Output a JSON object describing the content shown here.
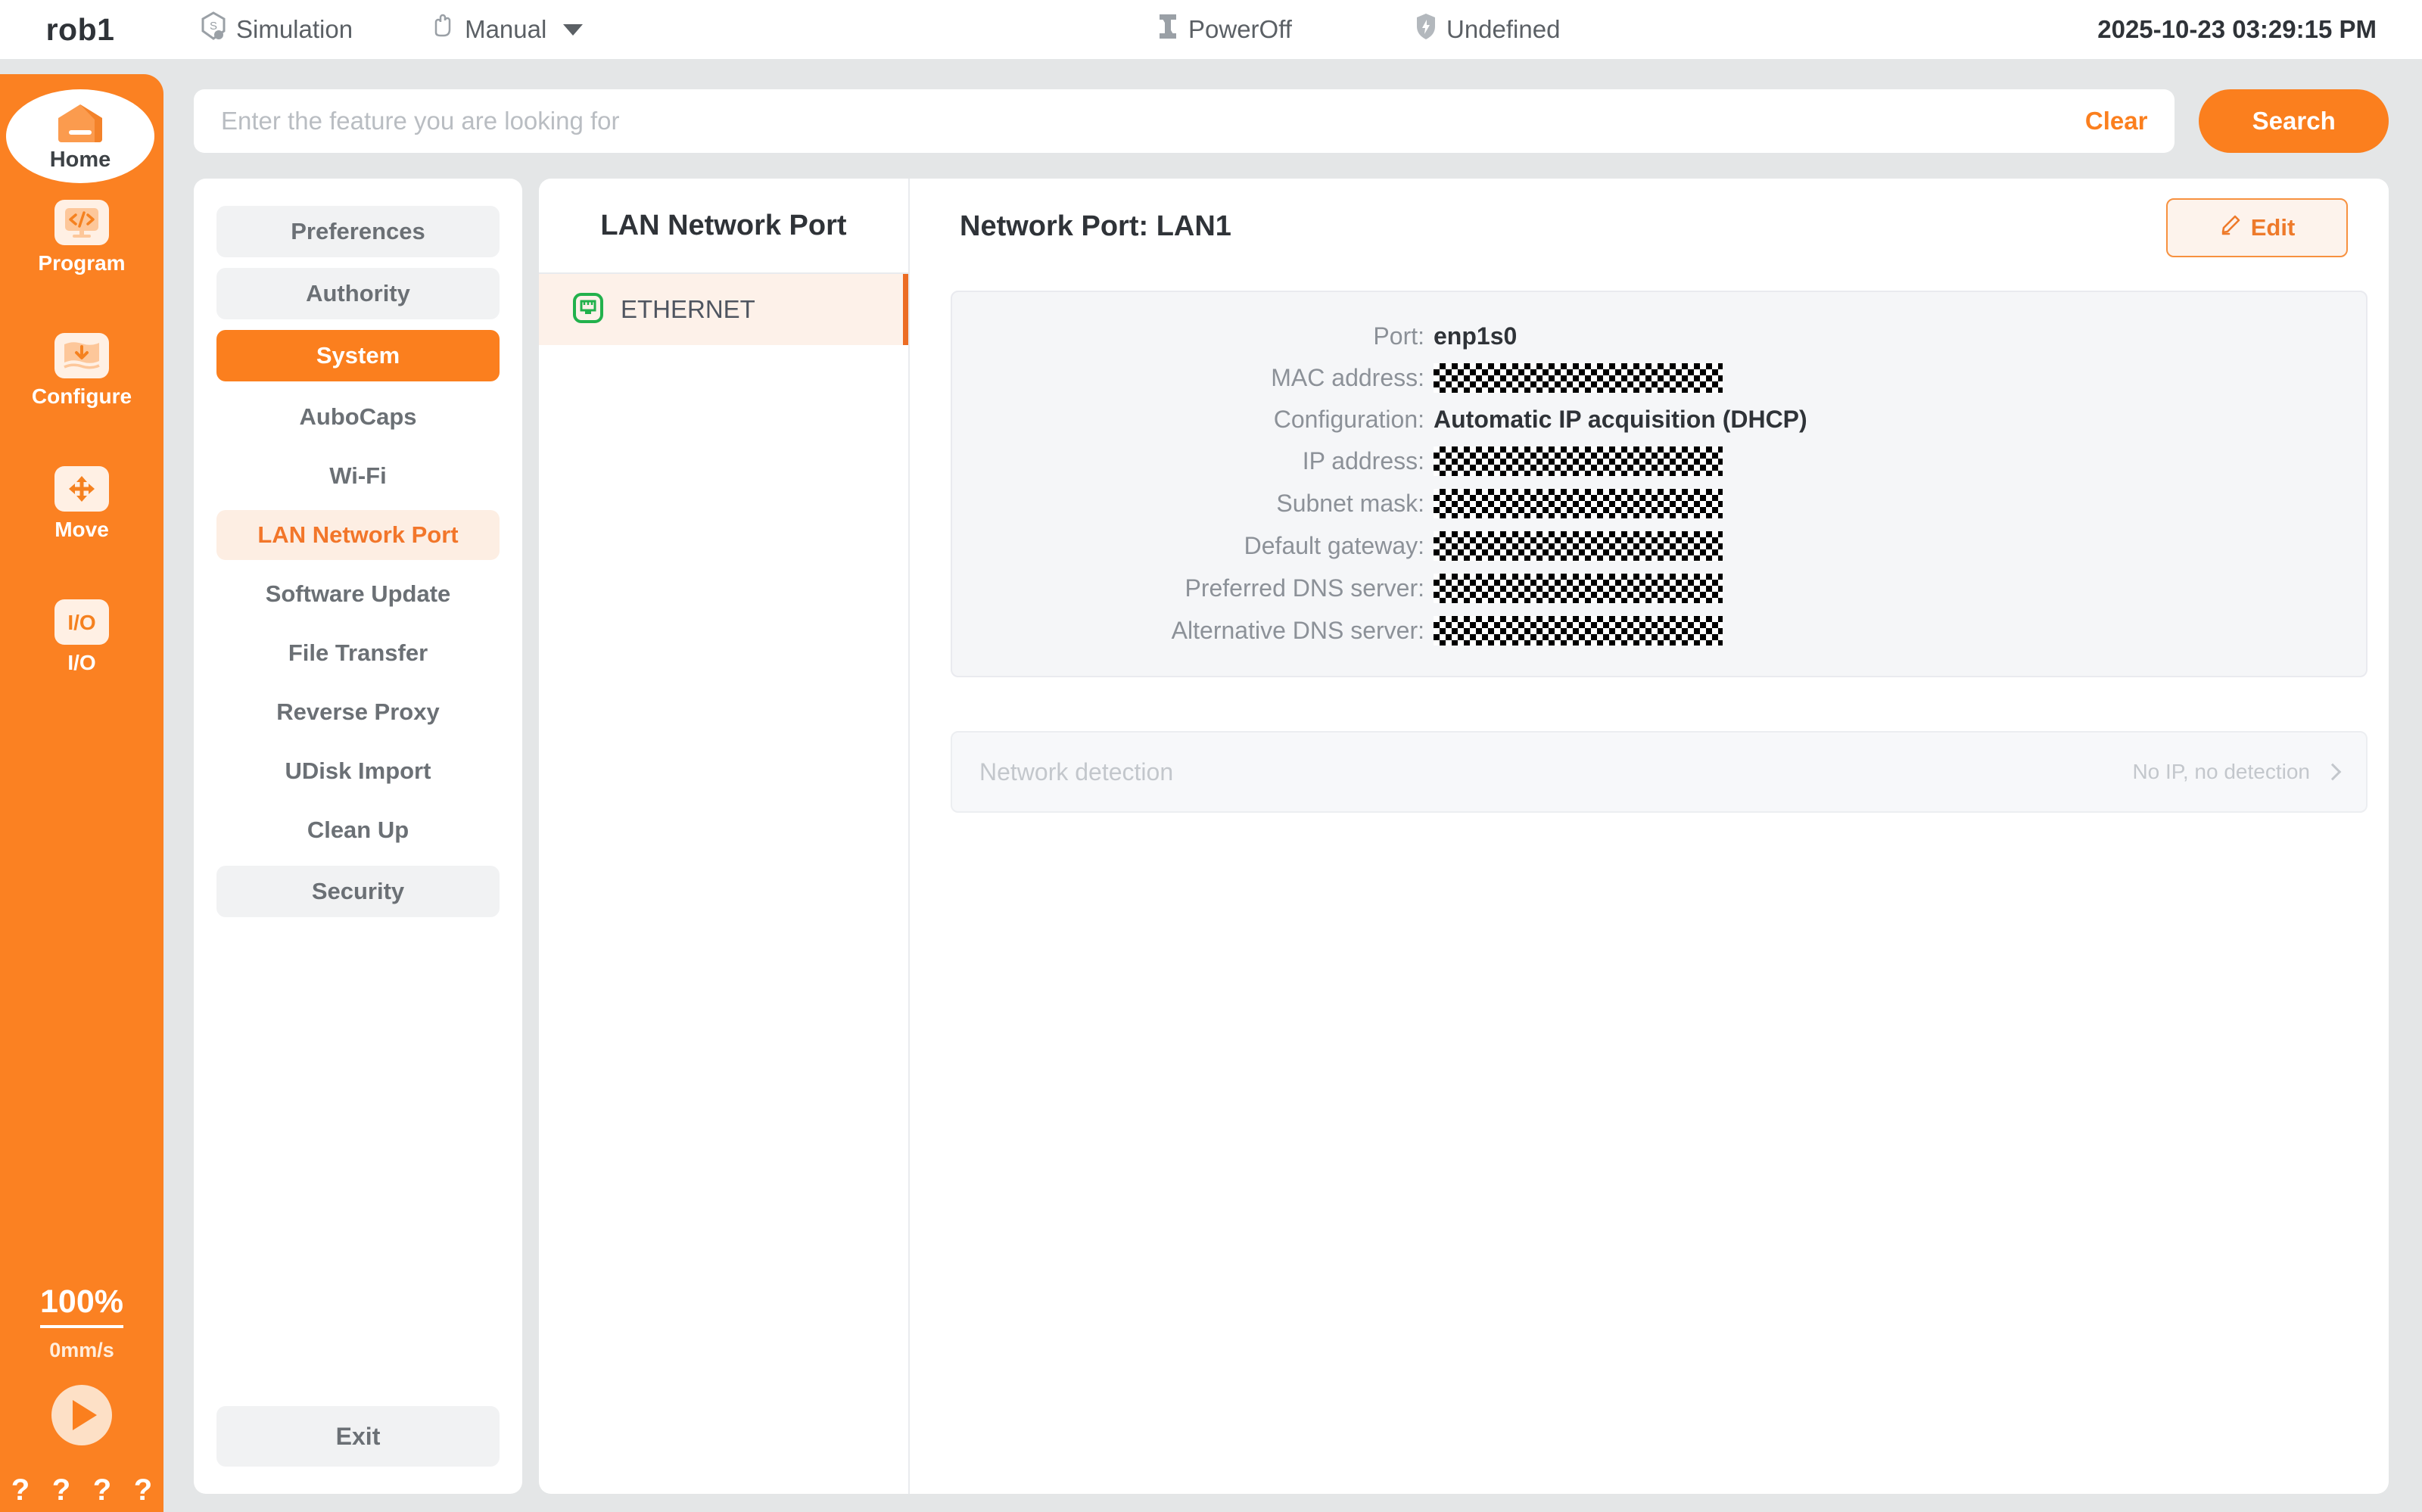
{
  "topbar": {
    "brand": "rob1",
    "items": [
      {
        "icon": "simulation-icon",
        "label": "Simulation"
      },
      {
        "icon": "hand-icon",
        "label": "Manual"
      },
      {
        "icon": "power-icon",
        "label": "PowerOff"
      },
      {
        "icon": "shield-icon",
        "label": "Undefined"
      }
    ],
    "simulation_label": "Simulation",
    "manual_label": "Manual",
    "power_label": "PowerOff",
    "undefined_label": "Undefined",
    "clock": "2025-10-23 03:29:15 PM"
  },
  "rail": {
    "home_label": "Home",
    "items": [
      {
        "icon": "code-monitor-icon",
        "label": "Program"
      },
      {
        "icon": "download-wave-icon",
        "label": "Configure"
      },
      {
        "icon": "move-arrows-icon",
        "label": "Move"
      },
      {
        "icon": "io-icon",
        "label": "I/O"
      }
    ],
    "io_glyph": "I/O",
    "speed_percent": "100%",
    "speed_value": "0mm/s",
    "help_marks": [
      "?",
      "?",
      "?",
      "?"
    ]
  },
  "search": {
    "placeholder": "Enter the feature you are looking for",
    "value": "",
    "clear_label": "Clear",
    "search_label": "Search"
  },
  "menu": {
    "groups": [
      {
        "label": "Preferences",
        "active": false
      },
      {
        "label": "Authority",
        "active": false
      },
      {
        "label": "System",
        "active": true
      }
    ],
    "system_items": [
      {
        "label": "AuboCaps",
        "selected": false
      },
      {
        "label": "Wi-Fi",
        "selected": false
      },
      {
        "label": "LAN Network Port",
        "selected": true
      },
      {
        "label": "Software Update",
        "selected": false
      },
      {
        "label": "File Transfer",
        "selected": false
      },
      {
        "label": "Reverse Proxy",
        "selected": false
      },
      {
        "label": "UDisk Import",
        "selected": false
      },
      {
        "label": "Clean Up",
        "selected": false
      }
    ],
    "security_label": "Security",
    "exit_label": "Exit"
  },
  "port_list": {
    "title": "LAN Network Port",
    "items": [
      {
        "icon": "ethernet-icon",
        "label": "ETHERNET",
        "selected": true
      }
    ]
  },
  "detail": {
    "title": "Network Port: LAN1",
    "edit_label": "Edit",
    "fields": [
      {
        "label": "Port:",
        "value": "enp1s0",
        "masked": false
      },
      {
        "label": "MAC address:",
        "value": "",
        "masked": true
      },
      {
        "label": "Configuration:",
        "value": "Automatic IP acquisition (DHCP)",
        "masked": false
      },
      {
        "label": "IP address:",
        "value": "",
        "masked": true
      },
      {
        "label": "Subnet mask:",
        "value": "",
        "masked": true
      },
      {
        "label": "Default gateway:",
        "value": "",
        "masked": true
      },
      {
        "label": "Preferred DNS server:",
        "value": "",
        "masked": true
      },
      {
        "label": "Alternative DNS server:",
        "value": "",
        "masked": true
      }
    ],
    "detection": {
      "label": "Network detection",
      "status": "No IP, no detection"
    }
  },
  "colors": {
    "accent": "#fb7f1e",
    "accent_dark": "#ec6c23",
    "background": "#e4e6e7",
    "panel": "#ffffff",
    "card": "#f5f6f8",
    "ethernet_green": "#22b14c"
  }
}
